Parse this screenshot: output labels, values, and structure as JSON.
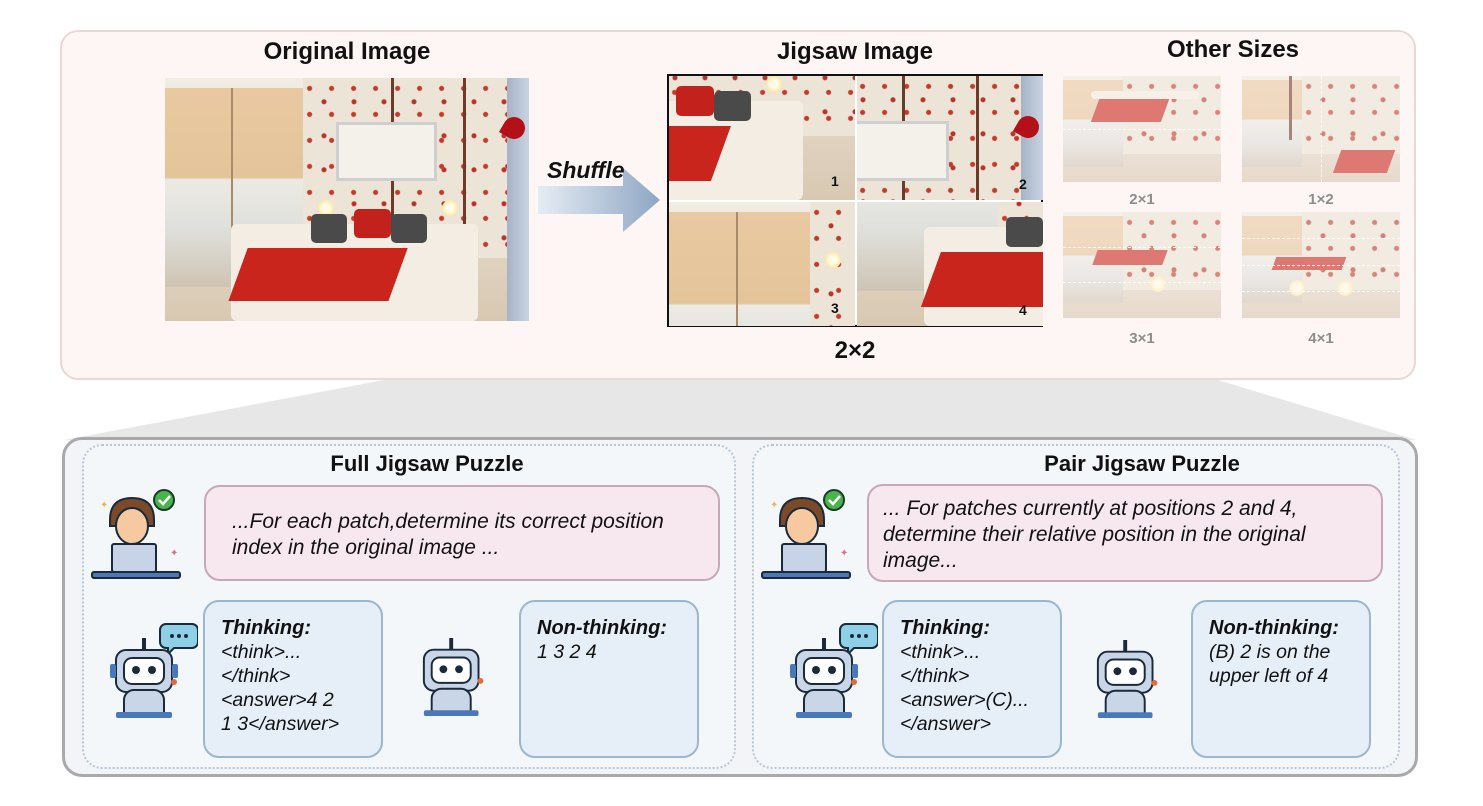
{
  "top": {
    "original_title": "Original Image",
    "jigsaw_title": "Jigsaw Image",
    "other_sizes_title": "Other Sizes",
    "shuffle_label": "Shuffle",
    "grid_label": "2×2",
    "patch_indices": [
      "1",
      "2",
      "3",
      "4"
    ],
    "other_sizes": [
      "2×1",
      "1×2",
      "3×1",
      "4×1"
    ]
  },
  "full_puzzle": {
    "title": "Full Jigsaw Puzzle",
    "prompt": "...For each patch,determine its correct position index in the original image ...",
    "thinking_label": "Thinking:",
    "thinking_body": "<think>...\n</think>\n<answer>4 2\n1 3</answer>",
    "nonthinking_label": "Non-thinking:",
    "nonthinking_body": "1 3 2 4"
  },
  "pair_puzzle": {
    "title": "Pair Jigsaw Puzzle",
    "prompt": "... For patches currently at positions 2 and 4, determine their relative position in the original image...",
    "thinking_label": "Thinking:",
    "thinking_body": "<think>...\n</think>\n<answer>(C)...\n</answer>",
    "nonthinking_label": "Non-thinking:",
    "nonthinking_body": "(B) 2 is on the\nupper left of  4"
  },
  "icons": {
    "user": "user-at-laptop-icon",
    "robot": "robot-assistant-icon",
    "check": "checkmark-badge-icon",
    "speech": "speech-bubble-icon",
    "arrow": "shuffle-arrow"
  },
  "colors": {
    "top_panel_bg": "#fdf6f4",
    "prompt_bg": "#f6e8ee",
    "answer_bg": "#e6eef8",
    "bottom_panel_border": "#a9a9a9"
  }
}
